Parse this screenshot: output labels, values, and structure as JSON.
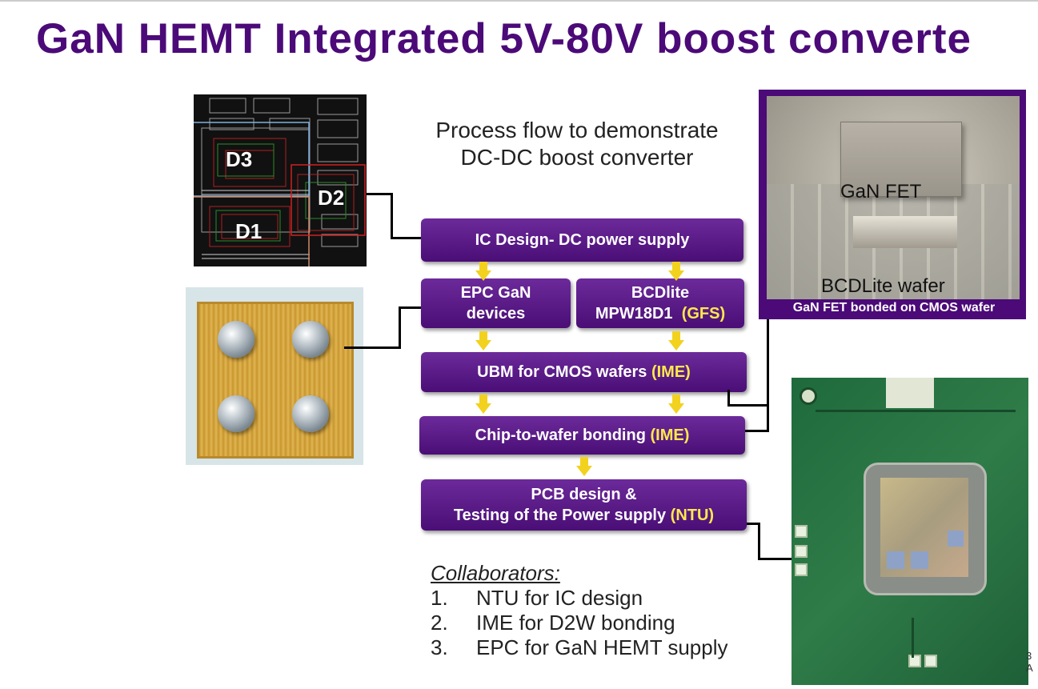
{
  "title": "GaN HEMT Integrated 5V-80V boost converte",
  "subtitle_line1": "Process flow to demonstrate",
  "subtitle_line2": "DC-DC boost converter",
  "layout_labels": {
    "d3": "D3",
    "d2": "D2",
    "d1": "D1"
  },
  "steps": {
    "ic_design": "IC Design- DC power supply",
    "epc_line1": "EPC GaN",
    "epc_line2": "devices",
    "bcd_line1": "BCDlite",
    "bcd_line2": "MPW18D1",
    "bcd_hl": "(GFS)",
    "ubm": "UBM for CMOS wafers",
    "ubm_hl": "(IME)",
    "c2w": "Chip-to-wafer bonding",
    "c2w_hl": "(IME)",
    "pcb_line1": "PCB design &",
    "pcb_line2": "Testing of the Power supply",
    "pcb_hl": "(NTU)"
  },
  "photo": {
    "fet_label": "GaN FET",
    "wafer_label": "BCDLite wafer",
    "caption": "GaN FET bonded on CMOS wafer"
  },
  "collaborators": {
    "heading": "Collaborators:",
    "items": [
      {
        "num": "1.",
        "text": "NTU for IC design"
      },
      {
        "num": "2.",
        "text": "IME for D2W bonding"
      },
      {
        "num": "3.",
        "text": "EPC for GaN HEMT supply"
      }
    ]
  },
  "page_fragment": "3 A",
  "colors": {
    "title": "#4b0a78",
    "box": "#5a1a88",
    "highlight": "#ffe84d",
    "arrow": "#f2d21e"
  }
}
